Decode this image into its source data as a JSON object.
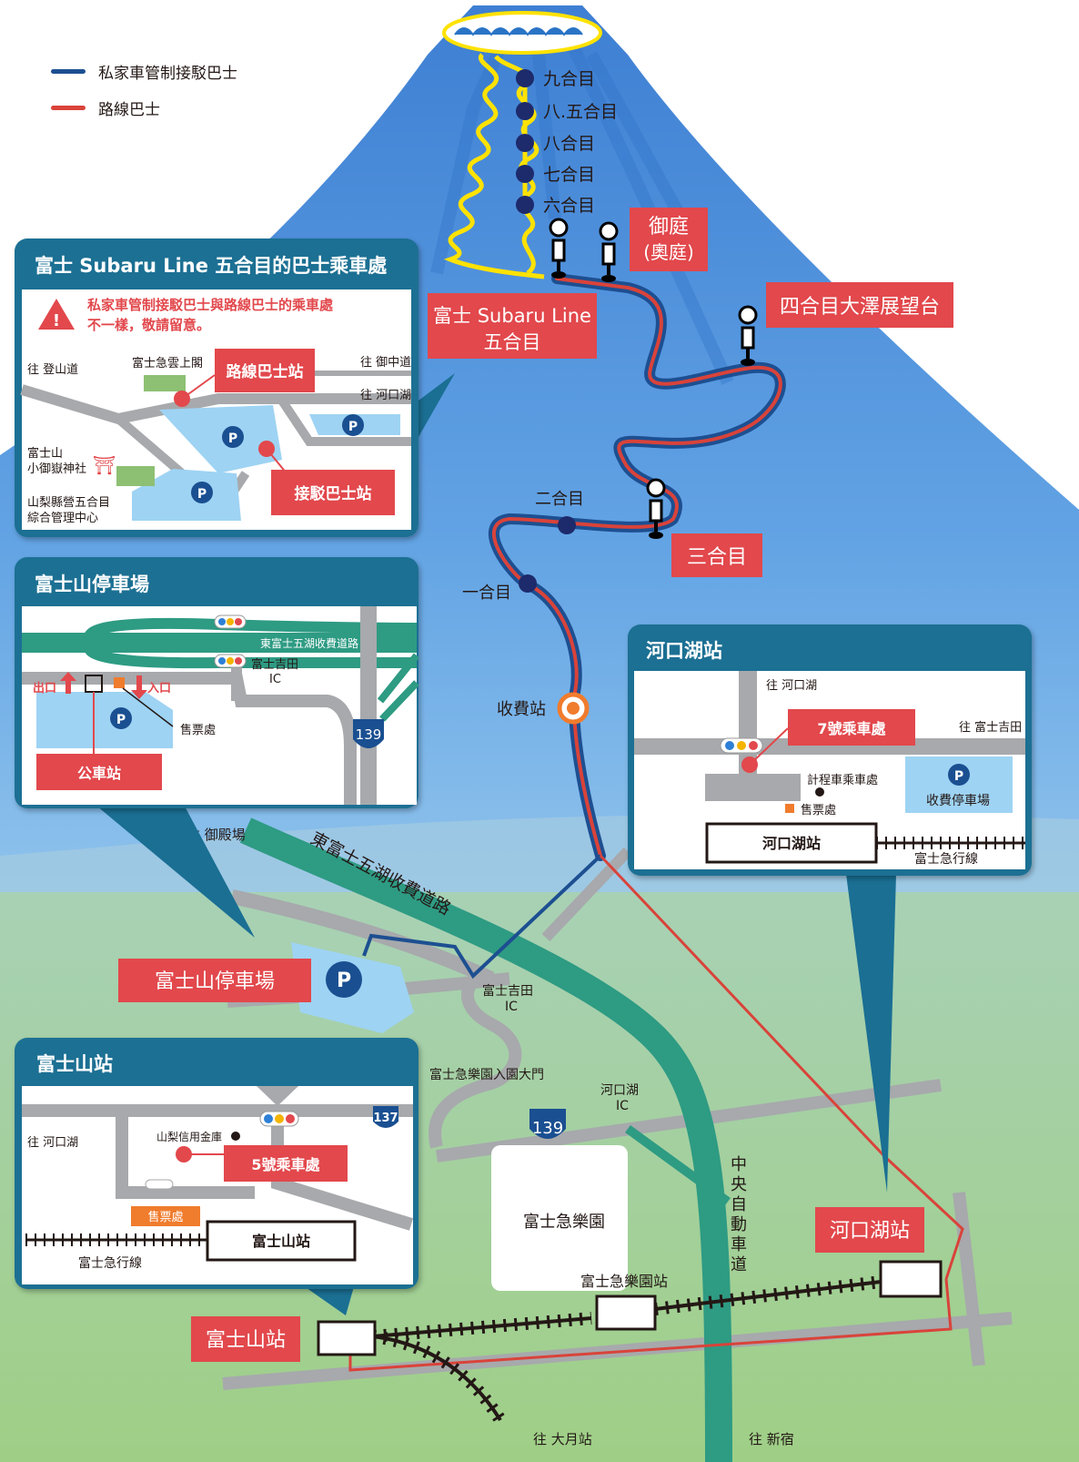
{
  "legend": {
    "shuttle": {
      "label": "私家車管制接駁巴士",
      "color": "#1d4f91"
    },
    "route": {
      "label": "路線巴士",
      "color": "#d9433a"
    }
  },
  "colors": {
    "sky": "#ffffff",
    "mountain": "#4f8fdc",
    "ground_top": "#a9cde0",
    "ground_bottom": "#9fcf86",
    "expressway": "#2e9b83",
    "road": "#a7a9ac",
    "panel_header": "#1a6f93",
    "tag": "#e2484c",
    "water": "#9ed3f3"
  },
  "stations": {
    "kyugome": "九合目",
    "hachigo": "八.五合目",
    "hachigome": "八合目",
    "nanagome": "七合目",
    "rokugome": "六合目",
    "niwa": "御庭",
    "okuniwa": "(奧庭)",
    "yongome": "四合目大澤展望台",
    "gogome_1": "富士 Subaru Line",
    "gogome_2": "五合目",
    "sangome": "三合目",
    "nigome": "二合目",
    "ichigome": "一合目",
    "toll": "收費站"
  },
  "main": {
    "gotemba": "往 御殿場",
    "expressway": "東富士五湖收費道路",
    "parking_tag": "富士山停車場",
    "p": "P",
    "yoshida_ic_1": "富士吉田",
    "yoshida_ic_2": "IC",
    "fujiq_gate": "富士急樂園入園大門",
    "kawaguchiko_ic_1": "河口湖",
    "kawaguchiko_ic_2": "IC",
    "r139": "139",
    "chuo_expressway": "中央自動車道",
    "fujiq_park": "富士急樂園",
    "fujiq_station": "富士急樂園站",
    "kawaguchiko_tag": "河口湖站",
    "fujisan_tag": "富士山站",
    "otsuki": "往 大月站",
    "shinjuku": "往 新宿"
  },
  "panel_gogome": {
    "title": "富士 Subaru Line 五合目的巴士乘車處",
    "warning_1": "私家車管制接駁巴士與路線巴士的乘車處",
    "warning_2": "不一樣，敬請留意。",
    "to_trail": "往 登山道",
    "unkaku": "富士急雲上閣",
    "route_stop": "路線巴士站",
    "to_ochudo": "往 御中道",
    "to_kawaguchiko": "往 河口湖",
    "shrine_1": "富士山",
    "shrine_2": "小御嶽神社",
    "shrine_icon": "⛩",
    "center_1": "山梨縣營五合目",
    "center_2": "綜合管理中心",
    "shuttle_stop": "接駁巴士站",
    "p": "P"
  },
  "panel_parking": {
    "title": "富士山停車場",
    "expressway": "東富士五湖收費道路",
    "ic_1": "富士吉田",
    "ic_2": "IC",
    "exit": "出口",
    "entrance": "入口",
    "ticket": "售票處",
    "bus_stop": "公車站",
    "r139": "139",
    "p": "P"
  },
  "panel_kawaguchiko": {
    "title": "河口湖站",
    "to_kawaguchiko": "往 河口湖",
    "to_fujiyoshida": "往 富士吉田",
    "stop7": "7號乘車處",
    "taxi": "計程車乘車處",
    "ticket": "售票處",
    "paid_parking": "收費停車場",
    "station": "河口湖站",
    "line": "富士急行線",
    "p": "P"
  },
  "panel_fujisan": {
    "title": "富士山站",
    "to_kawaguchiko": "往 河口湖",
    "bank": "山梨信用金庫",
    "stop5": "5號乘車處",
    "ticket": "售票處",
    "station": "富士山站",
    "line": "富士急行線",
    "r137": "137"
  }
}
